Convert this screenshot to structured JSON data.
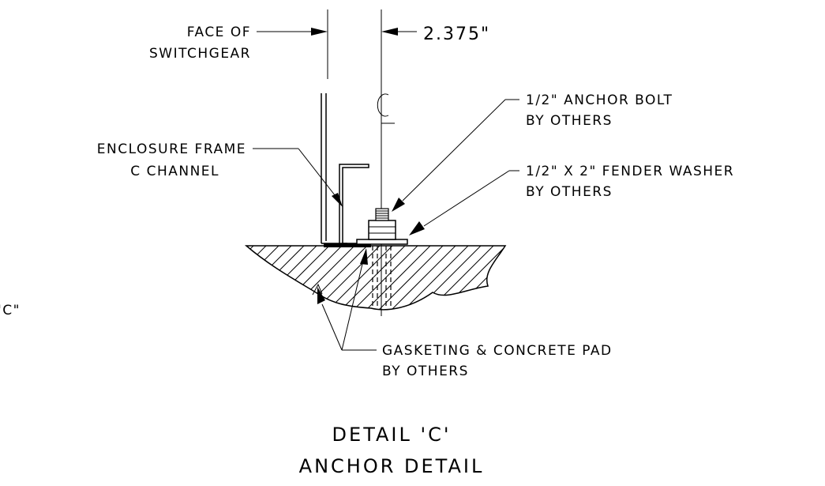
{
  "labels": {
    "face_line1": "FACE OF",
    "face_line2": "SWITCHGEAR",
    "dimension": "2.375\"",
    "anchor_line1": "1/2\" ANCHOR BOLT",
    "anchor_line2": "BY OTHERS",
    "enclosure_line1": "ENCLOSURE FRAME",
    "enclosure_line2": "C CHANNEL",
    "washer_line1": "1/2\" X 2\" FENDER WASHER",
    "washer_line2": "BY OTHERS",
    "gasket_line1": "GASKETING & CONCRETE PAD",
    "gasket_line2": "BY OTHERS",
    "cut_off_text": "'C\"",
    "title_line1": "DETAIL 'C'",
    "title_line2": "ANCHOR DETAIL"
  },
  "colors": {
    "ink": "#000000",
    "background": "#ffffff"
  }
}
